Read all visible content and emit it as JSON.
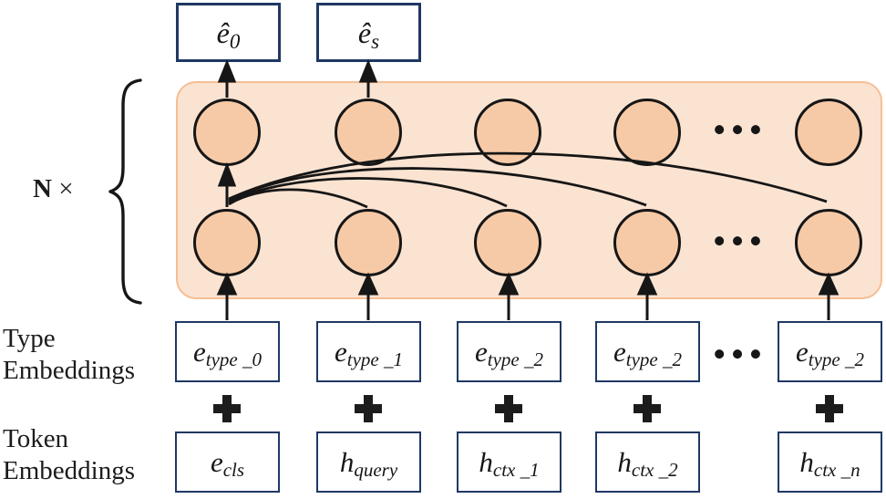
{
  "figure": {
    "repeat_label": {
      "n": "N",
      "times": "×"
    },
    "row_labels": {
      "type": {
        "line1": "Type",
        "line2": "Embeddings"
      },
      "token": {
        "line1": "Token",
        "line2": "Embeddings"
      }
    },
    "outputs": [
      {
        "base": "ê",
        "sub": "0"
      },
      {
        "base": "ê",
        "sub": "s"
      }
    ],
    "columns": [
      {
        "type": {
          "base": "e",
          "sub": "type _0"
        },
        "plus": "+",
        "token": {
          "base": "e",
          "sub": "cls"
        }
      },
      {
        "type": {
          "base": "e",
          "sub": "type _1"
        },
        "plus": "+",
        "token": {
          "base": "h",
          "sub": "query"
        }
      },
      {
        "type": {
          "base": "e",
          "sub": "type _2"
        },
        "plus": "+",
        "token": {
          "base": "h",
          "sub": "ctx _1"
        }
      },
      {
        "type": {
          "base": "e",
          "sub": "type _2"
        },
        "plus": "+",
        "token": {
          "base": "h",
          "sub": "ctx _2"
        }
      },
      {
        "type": {
          "base": "e",
          "sub": "type _2"
        },
        "plus": "+",
        "token": {
          "base": "h",
          "sub": "ctx _n"
        }
      }
    ],
    "ellipsis": "● ● ●",
    "icons": {
      "plus": "plus-icon",
      "up_arrow": "arrow-up-icon",
      "attention_arc": "attention-arc",
      "repeat_brace": "curly-brace-icon"
    },
    "colors": {
      "box_border": "#1F3864",
      "block_fill": "#FBE3D2",
      "block_border": "#F6BE93",
      "node_fill": "#F7CAA7",
      "line": "#161616"
    }
  }
}
